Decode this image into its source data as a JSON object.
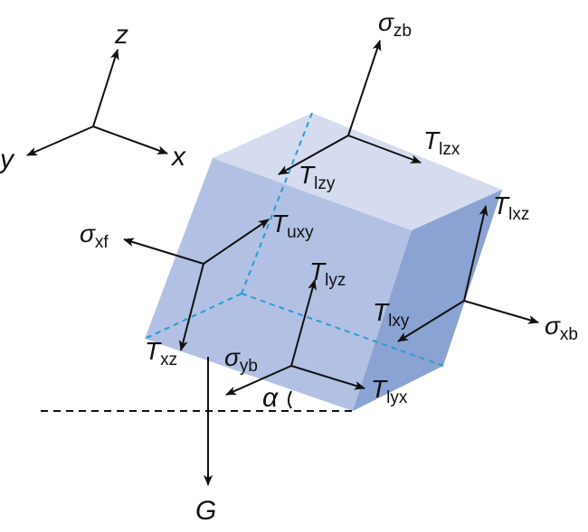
{
  "colors": {
    "face_top": "#d5dcef",
    "face_front": "#b2c1e3",
    "face_right": "#8aa3d2",
    "hidden_edges": "#2a9bd8",
    "arrows": "#111111"
  },
  "axes": {
    "x": "x",
    "y": "y",
    "z": "z"
  },
  "labels": {
    "sigma_zb": {
      "sym": "σ",
      "sub": "zb"
    },
    "tau_lzx": {
      "sym": "T",
      "sub": "lzx"
    },
    "tau_lzy": {
      "sym": "T",
      "sub": "lzy"
    },
    "tau_lxz": {
      "sym": "T",
      "sub": "lxz"
    },
    "sigma_xf": {
      "sym": "σ",
      "sub": "xf"
    },
    "tau_uxy": {
      "sym": "T",
      "sub": "uxy"
    },
    "tau_lyz": {
      "sym": "T",
      "sub": "lyz"
    },
    "tau_lxy": {
      "sym": "T",
      "sub": "lxy"
    },
    "sigma_xb": {
      "sym": "σ",
      "sub": "xb"
    },
    "tau_xz": {
      "sym": "T",
      "sub": "xz"
    },
    "sigma_yb": {
      "sym": "σ",
      "sub": "yb"
    },
    "tau_lyx": {
      "sym": "T",
      "sub": "lyx"
    },
    "alpha": "α",
    "gravity": "G"
  }
}
